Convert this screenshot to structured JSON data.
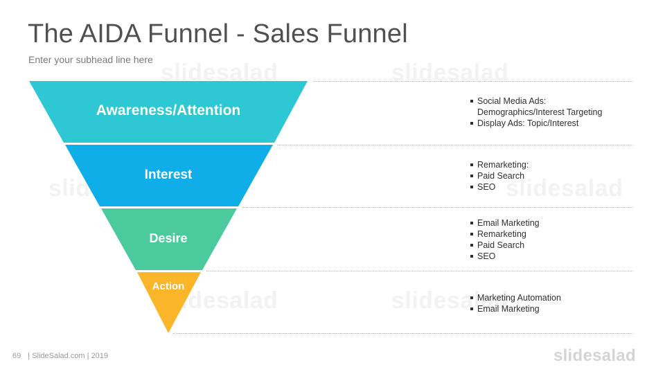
{
  "slide": {
    "title": "The AIDA Funnel - Sales Funnel",
    "subhead": "Enter your subhead line here"
  },
  "watermark": "slidesalad",
  "funnel": {
    "stages": [
      {
        "label": "Awareness/Attention",
        "color": "#2ec7d4",
        "bullets": [
          "Social Media Ads:",
          "Demographics/Interest  Targeting",
          "Display Ads: Topic/Interest"
        ],
        "bullet_markers": [
          true,
          false,
          true
        ]
      },
      {
        "label": "Interest",
        "color": "#0faee9",
        "bullets": [
          "Remarketing:",
          "Paid Search",
          "SEO"
        ],
        "bullet_markers": [
          true,
          true,
          true
        ]
      },
      {
        "label": "Desire",
        "color": "#4bca9d",
        "bullets": [
          "Email Marketing",
          "Remarketing",
          "Paid Search",
          "SEO"
        ],
        "bullet_markers": [
          true,
          true,
          true,
          true
        ]
      },
      {
        "label": "Action",
        "color": "#fbb528",
        "bullets": [
          "Marketing  Automation",
          "Email Marketing"
        ],
        "bullet_markers": [
          true,
          true
        ]
      }
    ]
  },
  "footer": {
    "page_number": "69",
    "text": "| SlideSalad.com | 2019"
  },
  "logo": {
    "text": "slidesalad"
  }
}
